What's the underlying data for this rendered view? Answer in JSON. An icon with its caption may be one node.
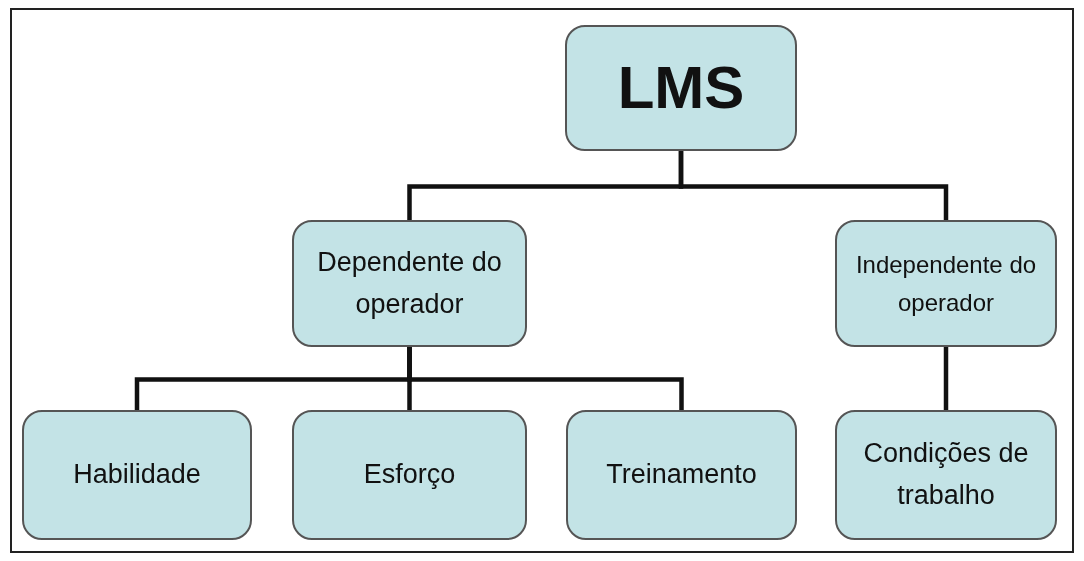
{
  "diagram": {
    "nodes": [
      {
        "text": [
          "LMS"
        ]
      },
      {
        "text": [
          "Dependente do operador"
        ]
      },
      {
        "text": [
          "Independente do operador"
        ]
      },
      {
        "text": [
          "Habilidade"
        ]
      },
      {
        "text": [
          "Esforço"
        ]
      },
      {
        "text": [
          "Treinamento"
        ]
      },
      {
        "text": [
          "Condições de trabalho"
        ]
      }
    ],
    "edges": [
      {
        "from": 0,
        "to": 1,
        "arrow": "none"
      },
      {
        "from": 0,
        "to": 2,
        "arrow": "none"
      },
      {
        "from": 1,
        "to": 3,
        "arrow": "none"
      },
      {
        "from": 1,
        "to": 4,
        "arrow": "none"
      },
      {
        "from": 1,
        "to": 5,
        "arrow": "none"
      },
      {
        "from": 2,
        "to": 6,
        "arrow": "none"
      }
    ]
  }
}
